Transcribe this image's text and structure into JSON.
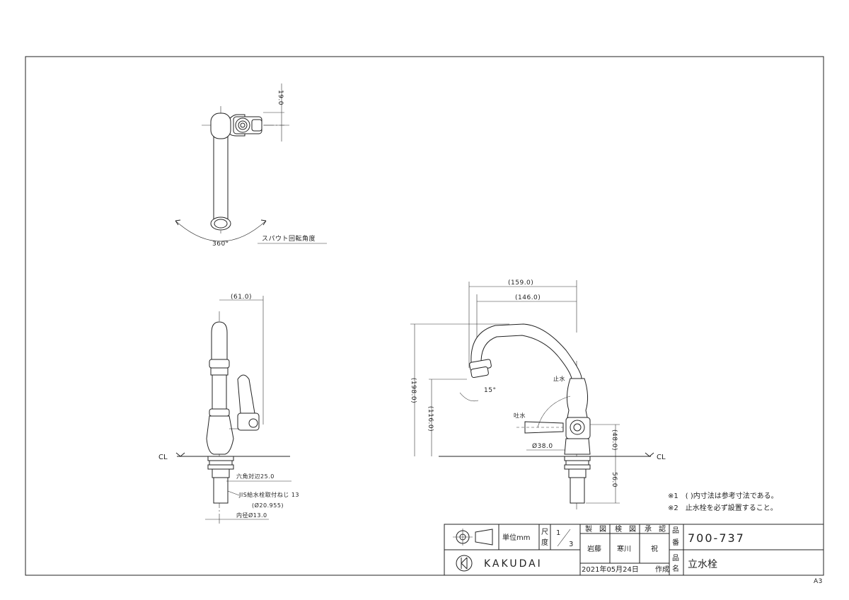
{
  "dimensions": {
    "top_offset": "19.0",
    "rotation_angle": "360°",
    "rotation_label": "スパウト回転角度",
    "side_width": "(61.0)",
    "width_outer": "(159.0)",
    "width_inner": "(146.0)",
    "height_total": "(198.0)",
    "height_spout": "(116.0)",
    "height_handle": "(48.0)",
    "spout_angle": "15°",
    "base_diameter": "Ø38.0",
    "shank_length": "56.0",
    "label_stop": "止水",
    "label_discharge": "吐水",
    "cl_left": "CL",
    "cl_right": "CL",
    "hex": "六角対辺25.0",
    "thread": "JIS給水栓取付ねじ 13",
    "thread_dia": "(Ø20.955)",
    "inner_dia": "内径Ø13.0"
  },
  "notes": [
    "※1　(  )内寸法は参考寸法である。",
    "※2　止水栓を必ず設置すること。"
  ],
  "title_block": {
    "unit": "単位mm",
    "scale_label_1": "尺",
    "scale_label_2": "度",
    "scale_num": "1",
    "scale_den": "3",
    "drawn_label": "製　図",
    "checked_label": "検　図",
    "approved_label": "承　認",
    "drawn": "岩藤",
    "checked": "寒川",
    "approved": "祝",
    "number_label_1": "品",
    "number_label_2": "番",
    "name_label_1": "品",
    "name_label_2": "名",
    "product_number": "700-737",
    "product_name": "立水栓",
    "date": "2021年05月24日",
    "created": "作成",
    "brand": "KAKUDAI",
    "sheet": "A3"
  }
}
